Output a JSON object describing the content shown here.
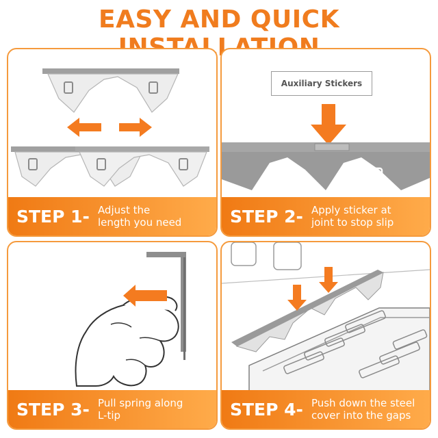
{
  "title": "EASY AND QUICK INSTALLATION",
  "steps": [
    {
      "label": "STEP 1-",
      "desc_line1": "Adjust the",
      "desc_line2": "length you need"
    },
    {
      "label": "STEP 2-",
      "desc_line1": "Apply sticker at",
      "desc_line2": "joint to stop slip"
    },
    {
      "label": "STEP 3-",
      "desc_line1": "Pull spring along",
      "desc_line2": "L-tip"
    },
    {
      "label": "STEP 4-",
      "desc_line1": "Push down the steel",
      "desc_line2": "cover into the gaps"
    }
  ],
  "sticker_label": "Auxiliary Stickers",
  "colors": {
    "accent": "#f07c1e",
    "arrow": "#f47b20",
    "steel": "#9c9c9c",
    "steel_light": "#e9e9e9"
  }
}
